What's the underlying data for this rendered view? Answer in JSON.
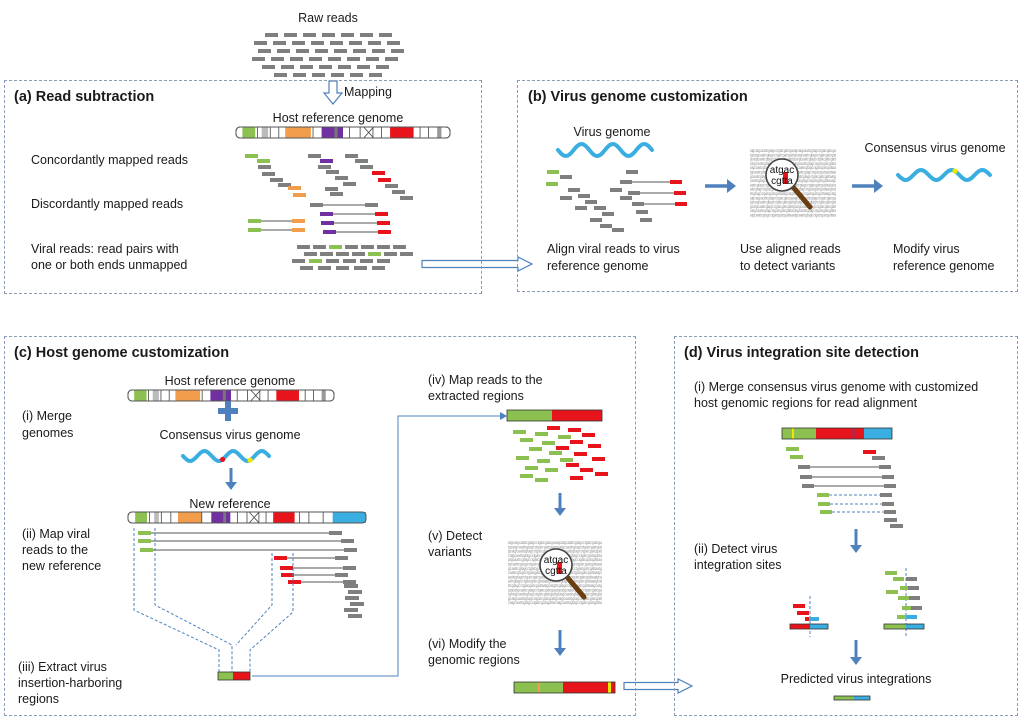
{
  "top": {
    "raw_reads": "Raw reads",
    "mapping": "Mapping"
  },
  "panel_a": {
    "title": "(a) Read subtraction",
    "host_ref": "Host reference genome",
    "concordant": "Concordantly mapped reads",
    "discordant": "Discordantly mapped reads",
    "viral_1": "Viral reads: read pairs with",
    "viral_2": "one or both ends unmapped"
  },
  "panel_b": {
    "title": "(b) Virus genome customization",
    "virus_genome": "Virus genome",
    "consensus": "Consensus virus genome",
    "align_1": "Align viral reads to virus",
    "align_2": "reference genome",
    "use_1": "Use aligned reads",
    "use_2": "to detect variants",
    "modify_1": "Modify virus",
    "modify_2": "reference genome"
  },
  "panel_c": {
    "title": "(c) Host genome customization",
    "host_ref": "Host reference genome",
    "merge_1": "(i) Merge",
    "merge_2": "genomes",
    "consensus": "Consensus virus genome",
    "new_ref": "New reference",
    "map_1": "(ii) Map viral",
    "map_2": "reads to the",
    "map_3": "new reference",
    "extract_1": "(iii) Extract virus",
    "extract_2": "insertion-harboring",
    "extract_3": "regions",
    "iv_1": "(iv) Map reads to the",
    "iv_2": "extracted regions",
    "v_1": "(v) Detect",
    "v_2": "variants",
    "vi_1": "(vi) Modify the",
    "vi_2": "genomic regions"
  },
  "panel_d": {
    "title": "(d) Virus integration site detection",
    "i_1": "(i) Merge consensus virus genome with customized",
    "i_2": "host genomic regions for read alignment",
    "ii_1": "(ii) Detect virus",
    "ii_2": "integration sites",
    "predicted": "Predicted virus integrations"
  },
  "magnifier": {
    "line_1": "atgac",
    "line_2": "cgtta"
  },
  "colors": {
    "read_gray": "#7f7f7f",
    "green": "#8cc152",
    "orange": "#f29d4b",
    "purple": "#7030a0",
    "red": "#e8141b",
    "blue": "#3aaee0",
    "arrow": "#4f81bd",
    "panel_border": "#8a9bb5"
  }
}
